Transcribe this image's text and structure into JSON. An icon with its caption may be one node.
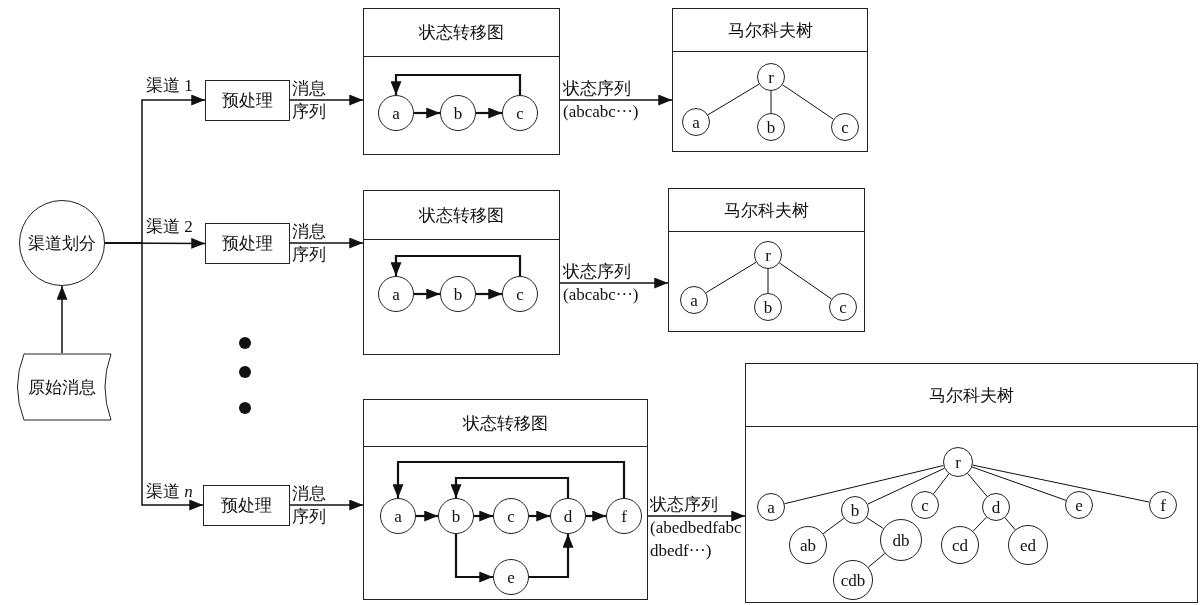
{
  "diagram": {
    "nodes": [
      {
        "text": [
          "原始消息"
        ]
      },
      {
        "text": [
          "渠道划分"
        ]
      },
      {
        "text": [
          "预处理"
        ]
      },
      {
        "text": [
          "预处理"
        ]
      },
      {
        "text": [
          "预处理"
        ]
      },
      {
        "text": [
          "状态转移图"
        ]
      },
      {
        "text": [
          "a"
        ],
        "in": 5
      },
      {
        "text": [
          "b"
        ],
        "in": 5
      },
      {
        "text": [
          "c"
        ],
        "in": 5
      },
      {
        "text": [
          "马尔科夫树"
        ]
      },
      {
        "text": [
          "r"
        ],
        "in": 9
      },
      {
        "text": [
          "a"
        ],
        "in": 9
      },
      {
        "text": [
          "b"
        ],
        "in": 9
      },
      {
        "text": [
          "c"
        ],
        "in": 9
      },
      {
        "text": [
          "状态转移图"
        ]
      },
      {
        "text": [
          "a"
        ],
        "in": 14
      },
      {
        "text": [
          "b"
        ],
        "in": 14
      },
      {
        "text": [
          "c"
        ],
        "in": 14
      },
      {
        "text": [
          "马尔科夫树"
        ]
      },
      {
        "text": [
          "r"
        ],
        "in": 18
      },
      {
        "text": [
          "a"
        ],
        "in": 18
      },
      {
        "text": [
          "b"
        ],
        "in": 18
      },
      {
        "text": [
          "c"
        ],
        "in": 18
      },
      {
        "text": [
          "状态转移图"
        ]
      },
      {
        "text": [
          "a"
        ],
        "in": 23
      },
      {
        "text": [
          "b"
        ],
        "in": 23
      },
      {
        "text": [
          "c"
        ],
        "in": 23
      },
      {
        "text": [
          "d"
        ],
        "in": 23
      },
      {
        "text": [
          "f"
        ],
        "in": 23
      },
      {
        "text": [
          "e"
        ],
        "in": 23
      },
      {
        "text": [
          "马尔科夫树"
        ]
      },
      {
        "text": [
          "r"
        ],
        "in": 30
      },
      {
        "text": [
          "a"
        ],
        "in": 30
      },
      {
        "text": [
          "b"
        ],
        "in": 30
      },
      {
        "text": [
          "c"
        ],
        "in": 30
      },
      {
        "text": [
          "d"
        ],
        "in": 30
      },
      {
        "text": [
          "e"
        ],
        "in": 30
      },
      {
        "text": [
          "f"
        ],
        "in": 30
      },
      {
        "text": [
          "ab"
        ],
        "in": 30
      },
      {
        "text": [
          "db"
        ],
        "in": 30
      },
      {
        "text": [
          "cd"
        ],
        "in": 30
      },
      {
        "text": [
          "ed"
        ],
        "in": 30
      },
      {
        "text": [
          "cdb"
        ],
        "in": 30
      }
    ],
    "edges": [
      {
        "from": 0,
        "to": 1,
        "arrow": "to"
      },
      {
        "from": 1,
        "to": 2,
        "arrow": "to",
        "label": "渠道 1"
      },
      {
        "from": 1,
        "to": 3,
        "arrow": "to",
        "label": "渠道 2"
      },
      {
        "from": 1,
        "to": 4,
        "arrow": "to",
        "label": "渠道 *n*"
      },
      {
        "from": 2,
        "to": 5,
        "arrow": "to",
        "label": "消息序列"
      },
      {
        "from": 3,
        "to": 14,
        "arrow": "to",
        "label": "消息序列"
      },
      {
        "from": 4,
        "to": 23,
        "arrow": "to",
        "label": "消息序列"
      },
      {
        "from": 5,
        "to": 9,
        "arrow": "to",
        "label": "状态序列 (abcabc···)"
      },
      {
        "from": 14,
        "to": 18,
        "arrow": "to",
        "label": "状态序列 (abcabc···)"
      },
      {
        "from": 23,
        "to": 30,
        "arrow": "to",
        "label": "状态序列 (abedbedfabcdbedf···)"
      },
      {
        "from": 6,
        "to": 7,
        "arrow": "to"
      },
      {
        "from": 7,
        "to": 8,
        "arrow": "to"
      },
      {
        "from": 8,
        "to": 6,
        "arrow": "to"
      },
      {
        "from": 15,
        "to": 16,
        "arrow": "to"
      },
      {
        "from": 16,
        "to": 17,
        "arrow": "to"
      },
      {
        "from": 17,
        "to": 15,
        "arrow": "to"
      },
      {
        "from": 10,
        "to": 11,
        "arrow": "none"
      },
      {
        "from": 10,
        "to": 12,
        "arrow": "none"
      },
      {
        "from": 10,
        "to": 13,
        "arrow": "none"
      },
      {
        "from": 19,
        "to": 20,
        "arrow": "none"
      },
      {
        "from": 19,
        "to": 21,
        "arrow": "none"
      },
      {
        "from": 19,
        "to": 22,
        "arrow": "none"
      },
      {
        "from": 24,
        "to": 25,
        "arrow": "to"
      },
      {
        "from": 25,
        "to": 26,
        "arrow": "to"
      },
      {
        "from": 26,
        "to": 27,
        "arrow": "to"
      },
      {
        "from": 27,
        "to": 28,
        "arrow": "to"
      },
      {
        "from": 28,
        "to": 24,
        "arrow": "to"
      },
      {
        "from": 27,
        "to": 25,
        "arrow": "to"
      },
      {
        "from": 25,
        "to": 29,
        "arrow": "to"
      },
      {
        "from": 29,
        "to": 27,
        "arrow": "to"
      },
      {
        "from": 31,
        "to": 32,
        "arrow": "none"
      },
      {
        "from": 31,
        "to": 33,
        "arrow": "none"
      },
      {
        "from": 31,
        "to": 34,
        "arrow": "none"
      },
      {
        "from": 31,
        "to": 35,
        "arrow": "none"
      },
      {
        "from": 31,
        "to": 36,
        "arrow": "none"
      },
      {
        "from": 31,
        "to": 37,
        "arrow": "none"
      },
      {
        "from": 33,
        "to": 38,
        "arrow": "none"
      },
      {
        "from": 33,
        "to": 39,
        "arrow": "none"
      },
      {
        "from": 39,
        "to": 42,
        "arrow": "none"
      },
      {
        "from": 35,
        "to": 40,
        "arrow": "none"
      },
      {
        "from": 35,
        "to": 41,
        "arrow": "none"
      }
    ]
  }
}
